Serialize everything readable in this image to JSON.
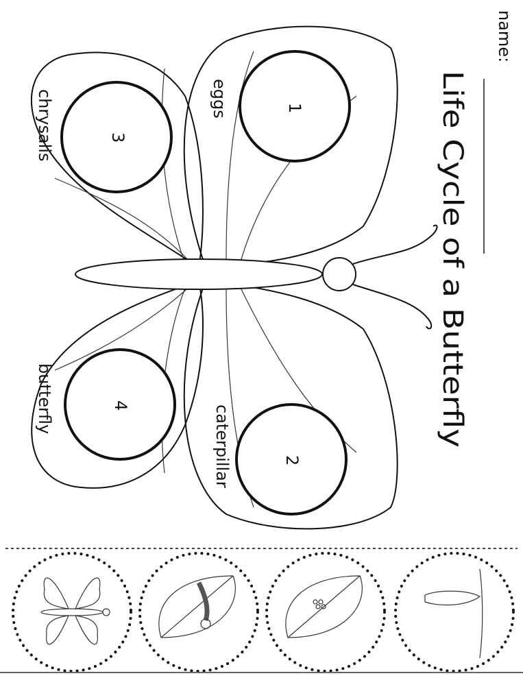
{
  "header": {
    "name_label": "name:",
    "title": "Life Cycle of a Butterfly"
  },
  "stages": [
    {
      "number": "1",
      "label": "eggs"
    },
    {
      "number": "2",
      "label": "caterpillar"
    },
    {
      "number": "3",
      "label": "chrysalis"
    },
    {
      "number": "4",
      "label": "butterfly"
    }
  ],
  "cutouts": [
    {
      "picture": "butterfly-icon"
    },
    {
      "picture": "caterpillar-on-leaf-icon"
    },
    {
      "picture": "eggs-on-leaf-icon"
    },
    {
      "picture": "chrysalis-on-stem-icon"
    }
  ]
}
